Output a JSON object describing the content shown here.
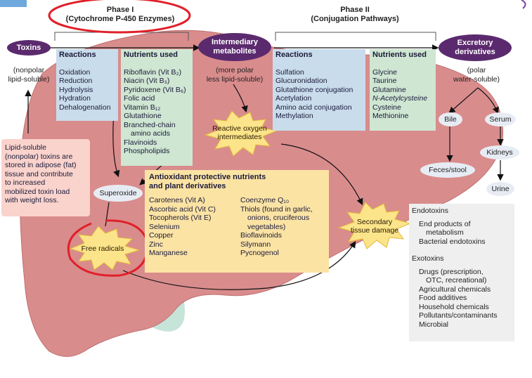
{
  "phase1": {
    "title": "Phase I",
    "subtitle": "(Cytochrome P-450 Enzymes)"
  },
  "phase2": {
    "title": "Phase II",
    "subtitle": "(Conjugation Pathways)"
  },
  "toxins": {
    "label": "Toxins",
    "desc_line1": "(nonpolar",
    "desc_line2": "lipid-soluble)"
  },
  "intermediary": {
    "line1": "Intermediary",
    "line2": "metabolites",
    "desc_line1": "(more polar",
    "desc_line2": "less lipid-soluble)"
  },
  "excretory": {
    "line1": "Excretory",
    "line2": "derivatives",
    "desc_line1": "(polar",
    "desc_line2": "water-soluble)"
  },
  "phase1_reactions": {
    "title": "Reactions",
    "items": [
      "Oxidation",
      "Reduction",
      "Hydrolysis",
      "Hydration",
      "Dehalogenation"
    ]
  },
  "phase1_nutrients": {
    "title": "Nutrients used",
    "items": [
      "Riboflavin (Vit B₂)",
      "Niacin (Vit B₃)",
      "Pyridoxene (Vit B₆)",
      "Folic acid",
      "Vitamin B₁₂",
      "Glutathione",
      "Branched-chain",
      "amino acids",
      "Flavinoids",
      "Phospholipids"
    ]
  },
  "phase2_reactions": {
    "title": "Reactions",
    "items": [
      "Sulfation",
      "Glucuronidation",
      "Glutathione conjugation",
      "Acetylation",
      "Amino acid conjugation",
      "Methylation"
    ]
  },
  "phase2_nutrients": {
    "title": "Nutrients used",
    "items": [
      "Glycine",
      "Taurine",
      "Glutamine",
      "N-Acetylcysteine",
      "Cysteine",
      "Methionine"
    ]
  },
  "lipid_note": {
    "lines": [
      "Lipid-soluble",
      "(nonpolar) toxins are",
      "stored in adipose (fat)",
      "tissue and contribute",
      "to increased",
      "mobilized toxin load",
      "with weight loss."
    ]
  },
  "reactive_oxygen": {
    "line1": "Reactive oxygen",
    "line2": "intermediates"
  },
  "superoxide": "Superoxide",
  "free_radicals": "Free radicals",
  "secondary": {
    "line1": "Secondary",
    "line2": "tissue damage"
  },
  "antioxidants": {
    "title_line1": "Antioxidant protective nutrients",
    "title_line2": "and plant derivatives",
    "col1": [
      "Carotenes (Vit A)",
      "Ascorbic acid (Vit C)",
      "Tocopherols (Vit E)",
      "Selenium",
      "Copper",
      "Zinc",
      "Manganese"
    ],
    "col2": [
      "Coenzyme Q₁₀",
      "Thiols (found in garlic,",
      "onions, cruciferous",
      "vegetables)",
      "Bioflavinoids",
      "Silymann",
      "Pycnogenol"
    ]
  },
  "bile": "Bile",
  "serum": "Serum",
  "kidneys": "Kidneys",
  "feces": "Feces/stool",
  "urine": "Urine",
  "endotoxins": {
    "title": "Endotoxins",
    "items": [
      "End products of",
      "metabolism",
      "Bacterial endotoxins"
    ]
  },
  "exotoxins": {
    "title": "Exotoxins",
    "items": [
      "Drugs (prescription,",
      "OTC, recreational)",
      "Agricultural chemicals",
      "Food additives",
      "Household chemicals",
      "Pollutants/contaminants",
      "Microbial"
    ]
  },
  "colors": {
    "liver": "#d98c8c",
    "liver_dark": "#c97777",
    "oval": "#5b2a6e",
    "highlight": "#e0202a"
  }
}
